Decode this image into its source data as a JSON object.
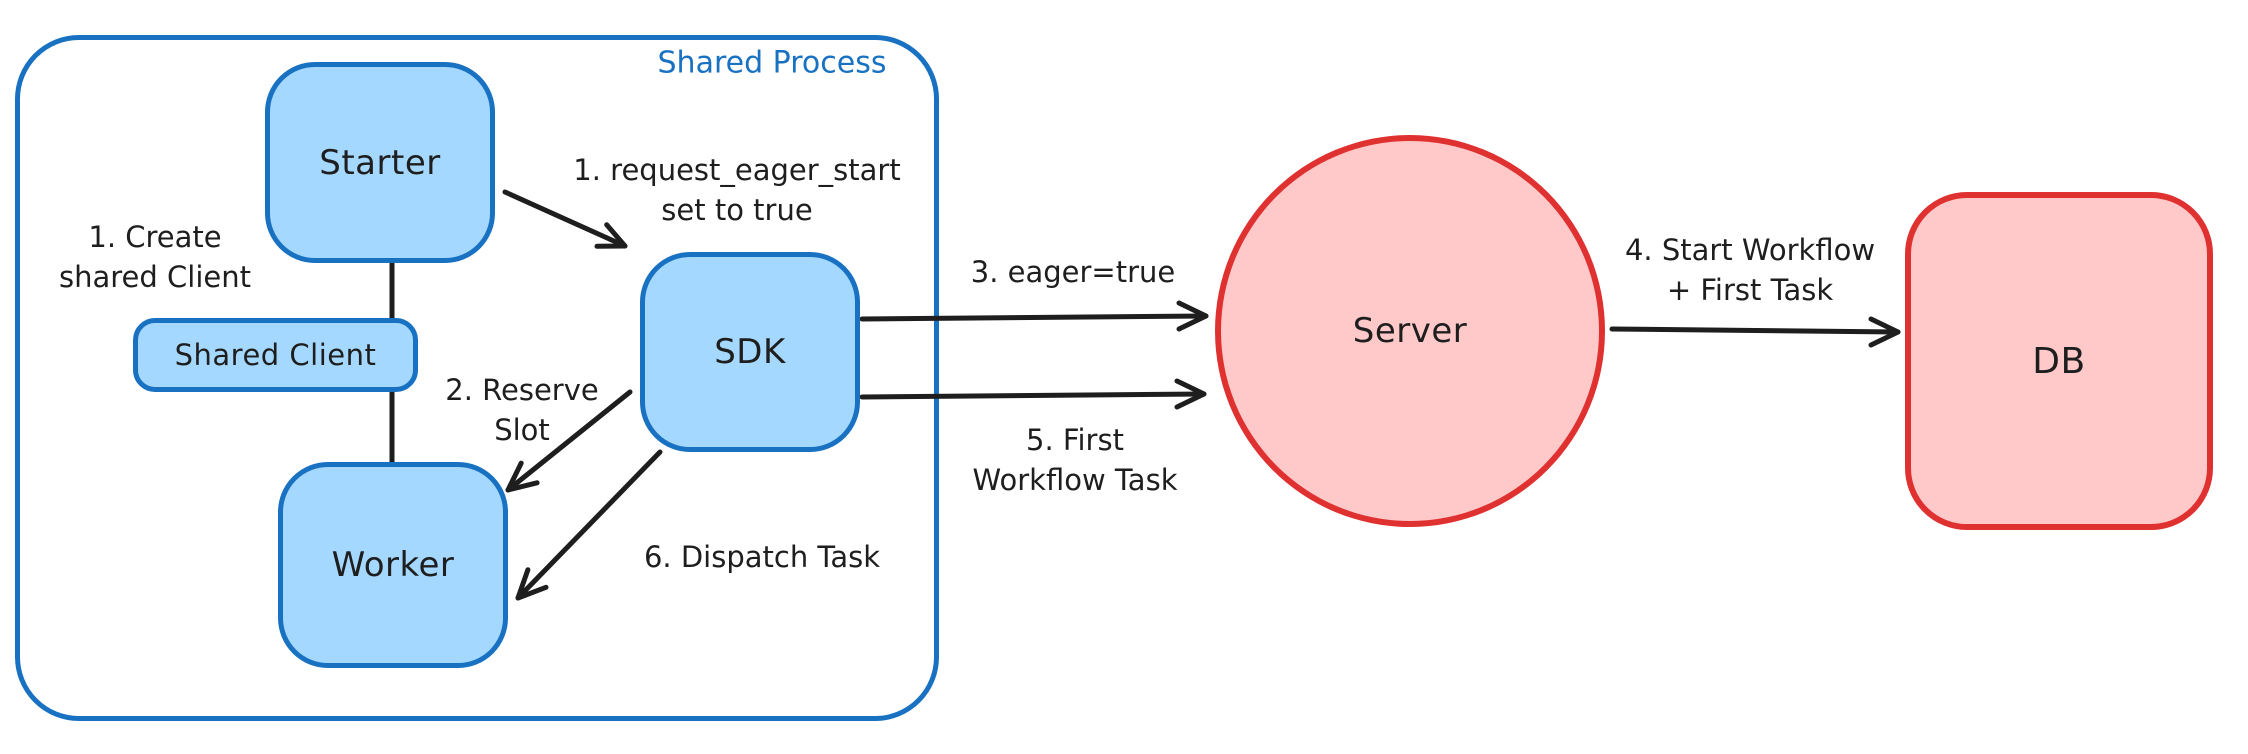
{
  "diagram": {
    "container": {
      "label": "Shared Process"
    },
    "nodes": {
      "starter": {
        "label": "Starter"
      },
      "shared_client": {
        "label": "Shared Client"
      },
      "worker": {
        "label": "Worker"
      },
      "sdk": {
        "label": "SDK"
      },
      "server": {
        "label": "Server"
      },
      "db": {
        "label": "DB"
      }
    },
    "annotations": {
      "create_shared_client": {
        "line1": "1. Create",
        "line2": "shared Client"
      },
      "request_eager_start": {
        "line1": "1. request_eager_start",
        "line2": "set to true"
      },
      "reserve_slot": {
        "line1": "2. Reserve",
        "line2": "Slot"
      },
      "eager_true": {
        "text": "3. eager=true"
      },
      "start_workflow": {
        "line1": "4. Start Workflow",
        "line2": "+ First Task"
      },
      "first_workflow_task": {
        "line1": "5. First",
        "line2": "Workflow Task"
      },
      "dispatch_task": {
        "text": "6. Dispatch Task"
      }
    },
    "colors": {
      "blue_stroke": "#1971c2",
      "blue_fill": "#a5d8ff",
      "red_stroke": "#e03131",
      "red_fill": "#ffc9c9",
      "ink": "#1e1e1e",
      "background": "#ffffff"
    }
  }
}
